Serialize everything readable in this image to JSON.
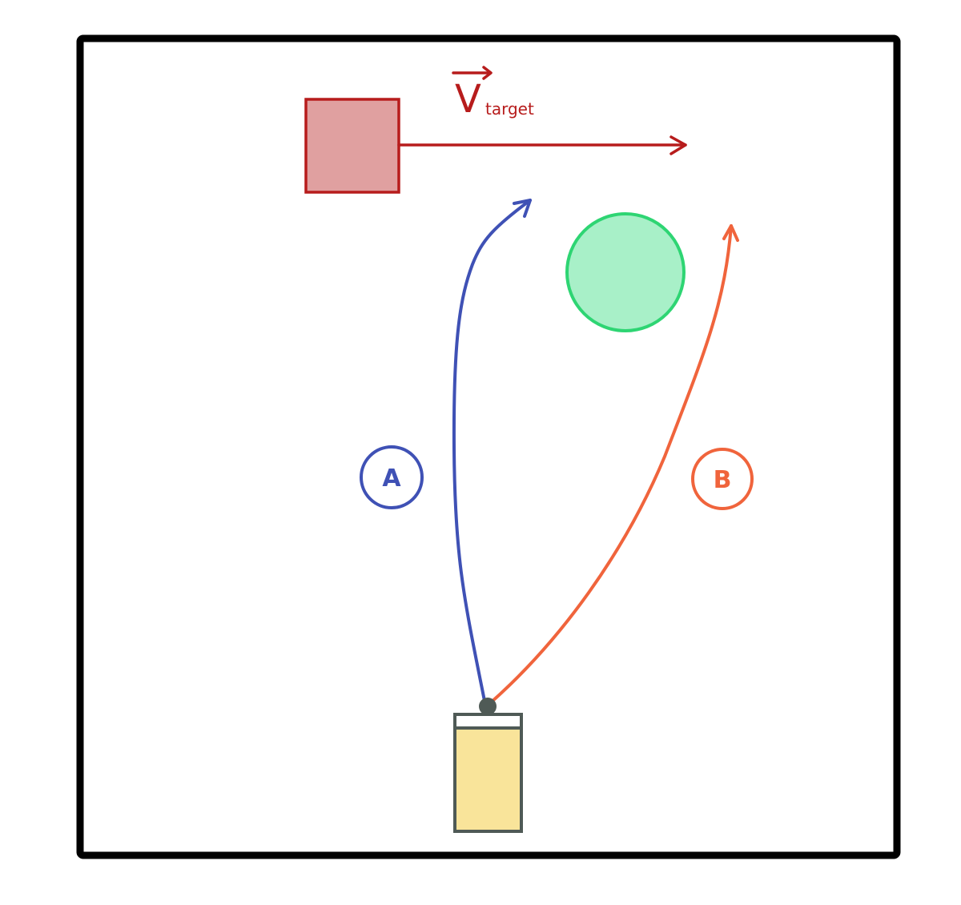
{
  "diagram": {
    "velocity_label": {
      "symbol": "V",
      "subscript": "target"
    },
    "path_a": {
      "label": "A"
    },
    "path_b": {
      "label": "B"
    }
  },
  "colors": {
    "frame": "#000000",
    "target_fill": "#e0a0a0",
    "target_stroke": "#b71c1c",
    "velocity_arrow": "#b71c1c",
    "obstacle_fill": "#a8f0c8",
    "obstacle_stroke": "#2ed573",
    "path_a": "#3f51b5",
    "path_b": "#f0643c",
    "robot_fill": "#f9e49a",
    "robot_stroke": "#4f5a56",
    "pivot": "#4f5a56"
  }
}
